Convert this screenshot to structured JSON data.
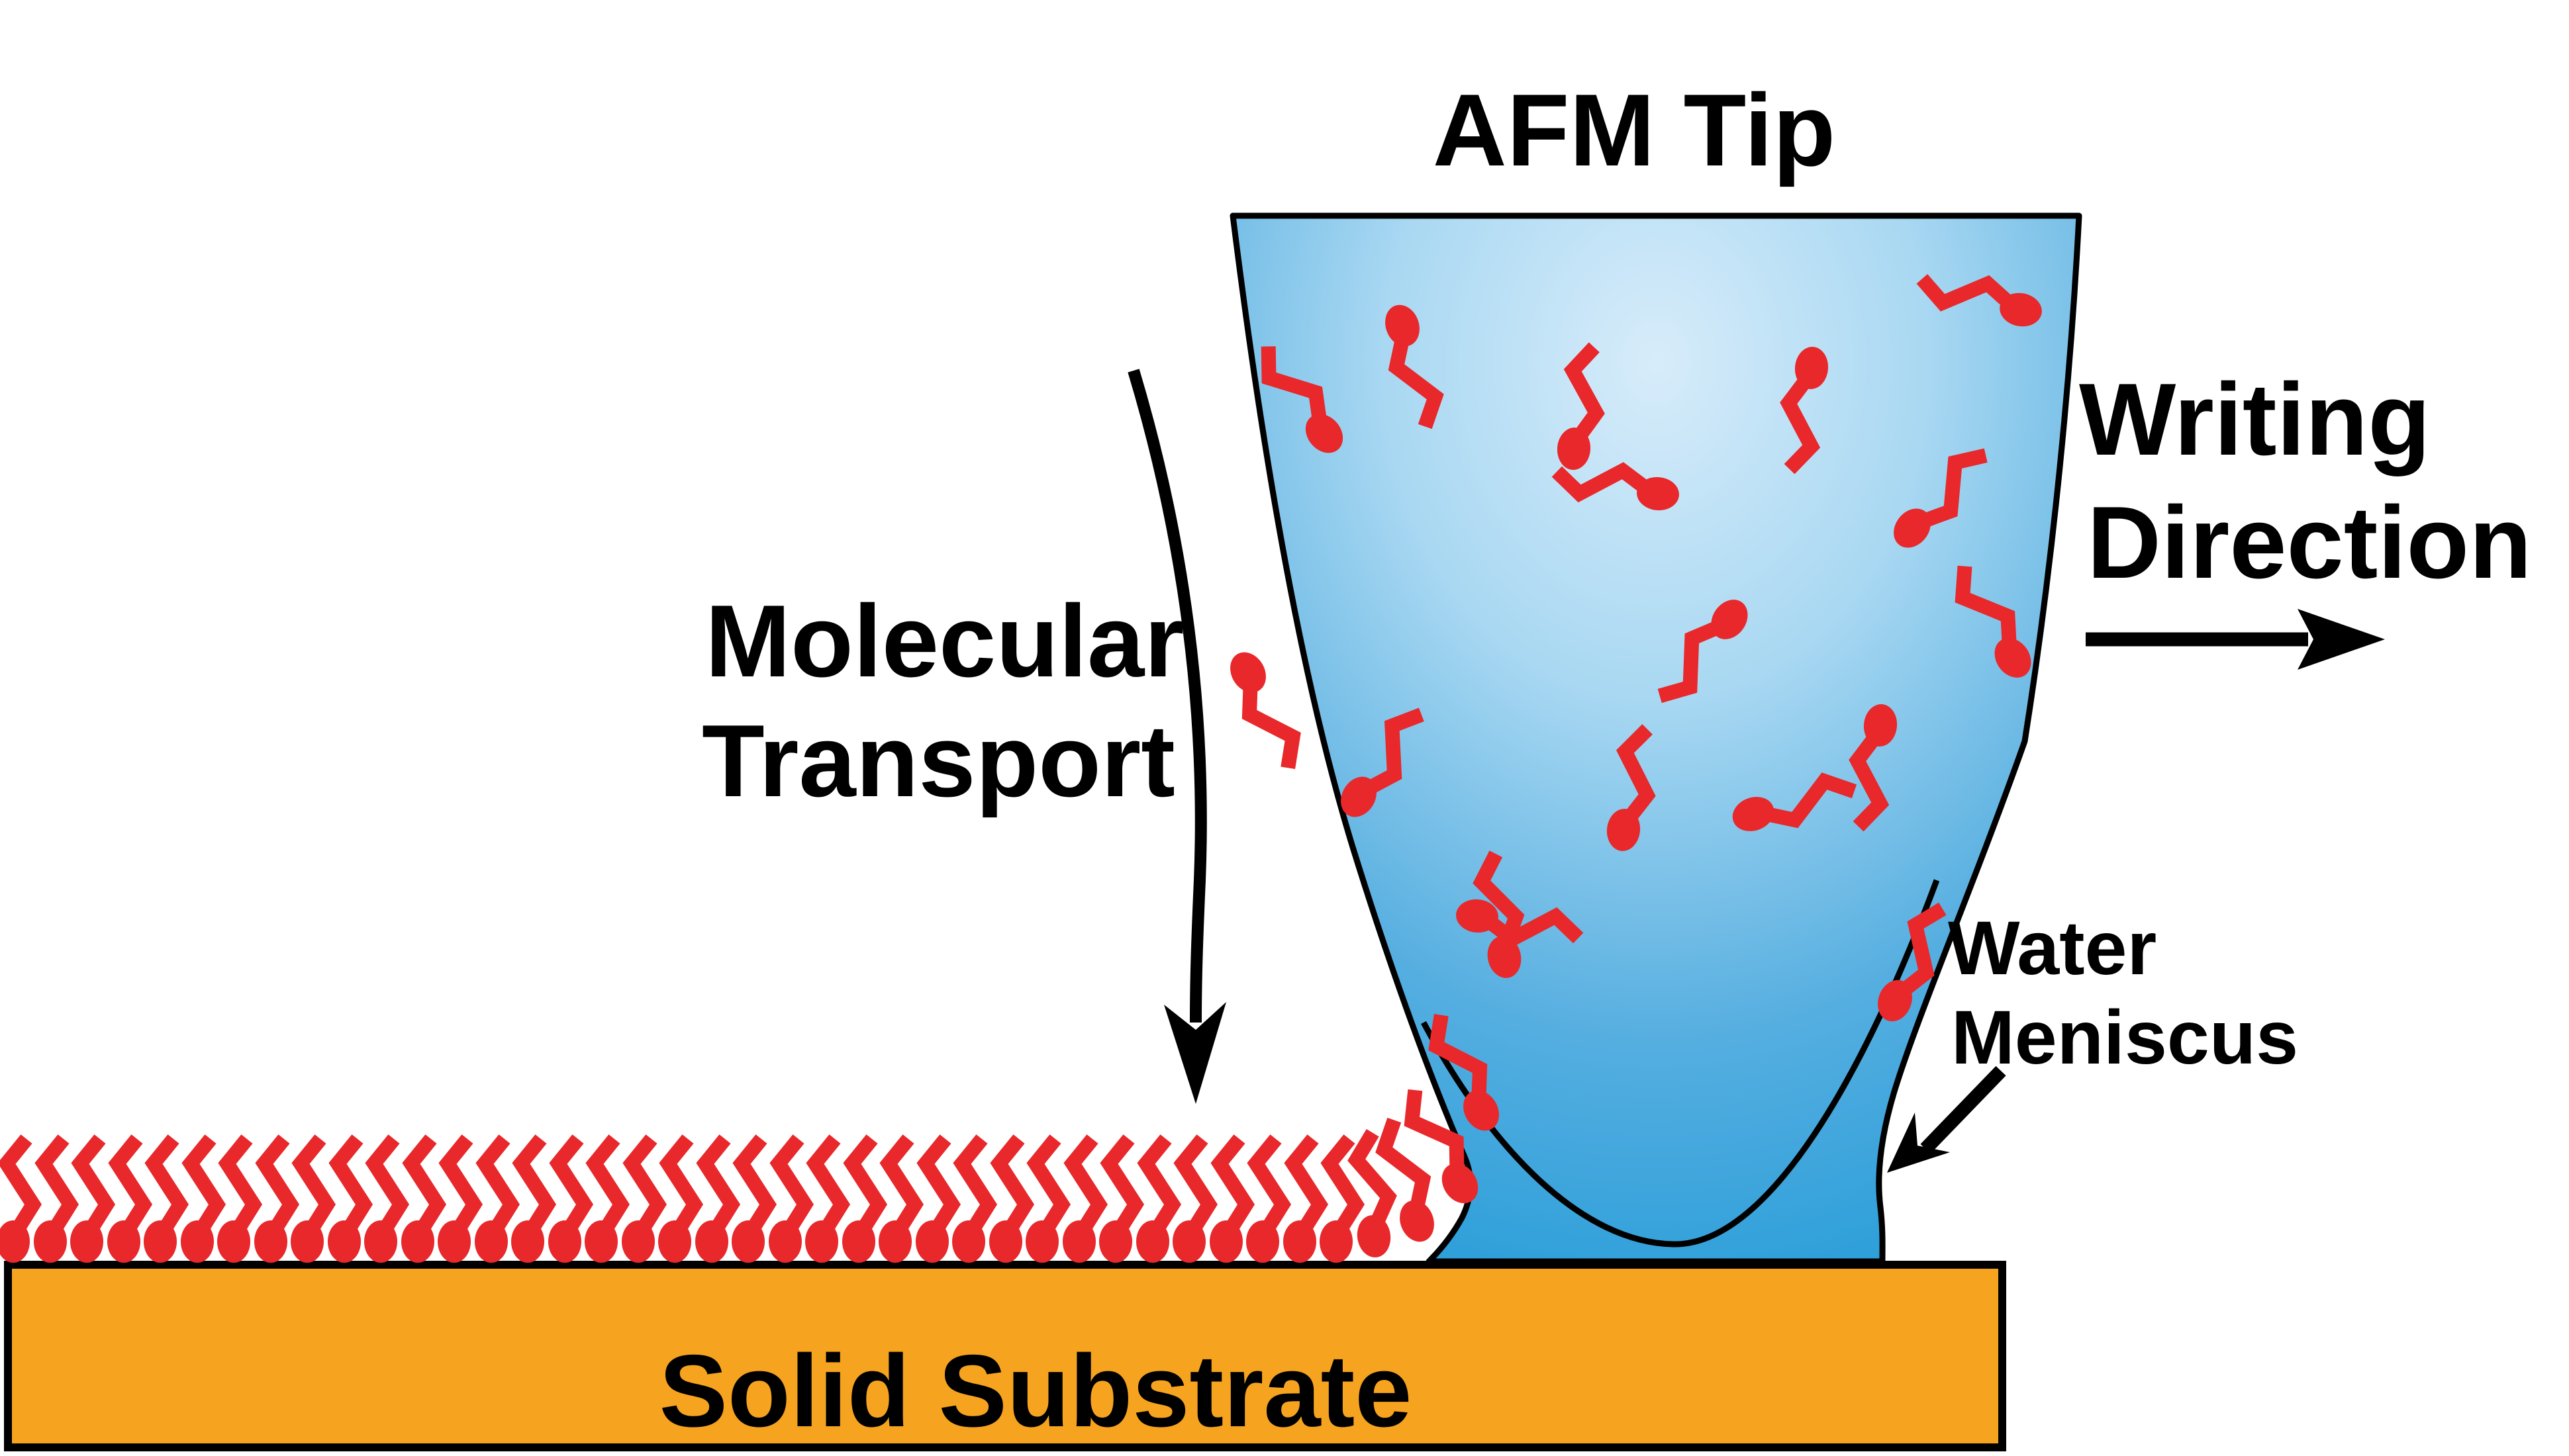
{
  "diagram": {
    "title": "AFM Tip",
    "labels": {
      "afm_tip": "AFM Tip",
      "molecular_transport_line1": "Molecular",
      "molecular_transport_line2": "Transport",
      "writing_direction_line1": "Writing",
      "writing_direction_line2": "Direction",
      "water_meniscus_line1": "Water",
      "water_meniscus_line2": "Meniscus",
      "solid_substrate": "Solid Substrate"
    },
    "colors": {
      "background": "#FFFFFF",
      "outline": "#000000",
      "text": "#000000",
      "molecule_red": "#E8282B",
      "substrate_orange": "#F6A31F",
      "tip_blue_light": "#D7ECFA",
      "tip_blue_mid": "#A9D8F2",
      "tip_blue_deep": "#55AEE0",
      "tip_blue_edge": "#1D99D7"
    }
  }
}
